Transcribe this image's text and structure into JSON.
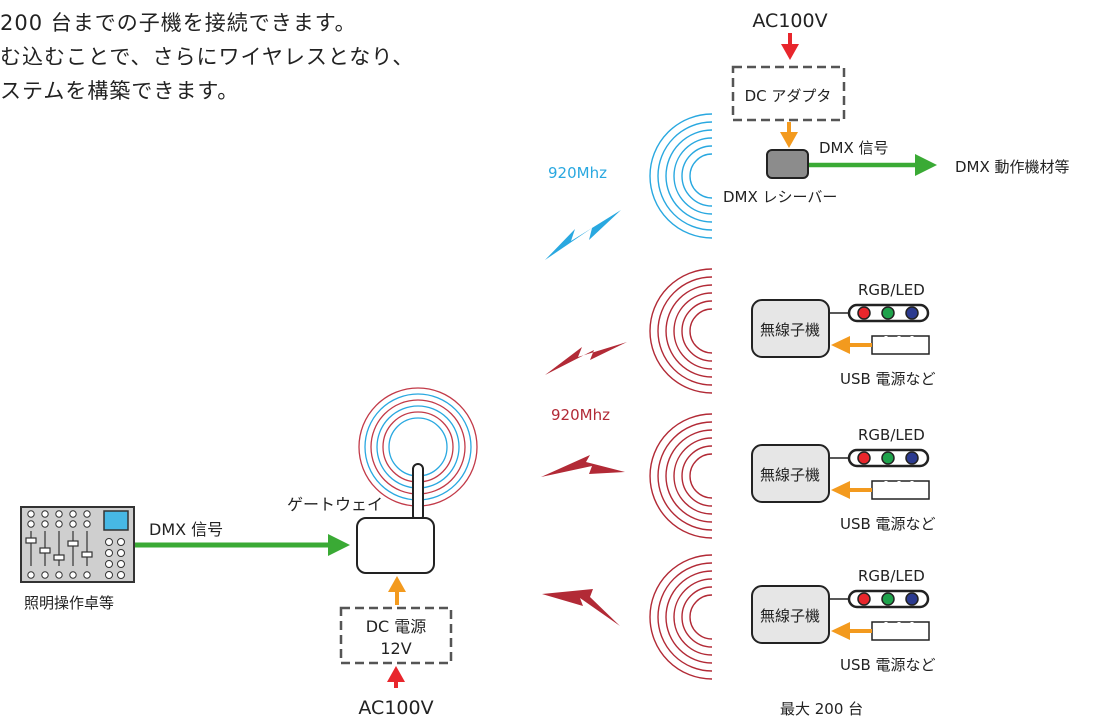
{
  "intro_lines": [
    "200 台までの子機を接続できます。",
    "む込むことで、さらにワイヤレスとなり、",
    "ステムを構築できます。"
  ],
  "console": {
    "label": "照明操作卓等",
    "dmx_label": "DMX 信号"
  },
  "gateway": {
    "label": "ゲートウェイ",
    "psu_line1": "DC 電源",
    "psu_line2": "12V",
    "ac_label": "AC100V"
  },
  "receiver": {
    "ac_label": "AC100V",
    "adapter_label": "DC アダプタ",
    "dmx_label": "DMX 信号",
    "device_label": "DMX レシーバー",
    "target_label": "DMX 動作機材等",
    "freq_label": "920Mhz"
  },
  "slaves_freq_label": "920Mhz",
  "slaves": [
    {
      "rgb_label": "RGB/LED",
      "unit_label": "無線子機",
      "usb_label": "USB 電源など"
    },
    {
      "rgb_label": "RGB/LED",
      "unit_label": "無線子機",
      "usb_label": "USB 電源など"
    },
    {
      "rgb_label": "RGB/LED",
      "unit_label": "無線子機",
      "usb_label": "USB 電源など"
    }
  ],
  "max_label": "最大 200 台",
  "colors": {
    "dmx_green": "#3aaa35",
    "power_orange": "#f39a1e",
    "ac_red": "#e8262c",
    "signal_blue": "#29a8e0",
    "signal_red": "#b22a36",
    "device_fill": "#e6e6e6",
    "receiver_fill": "#8c8c8c",
    "led_red": "#e8262c",
    "led_green": "#1ea24b",
    "led_blue": "#2b3a8f",
    "console_screen": "#47b8e5"
  },
  "icons": {
    "wifi_waves": "concentric-arcs",
    "lightning": "lightning-bolt",
    "led_strip": "rgb-led-strip",
    "usb_plug": "usb-plug"
  }
}
